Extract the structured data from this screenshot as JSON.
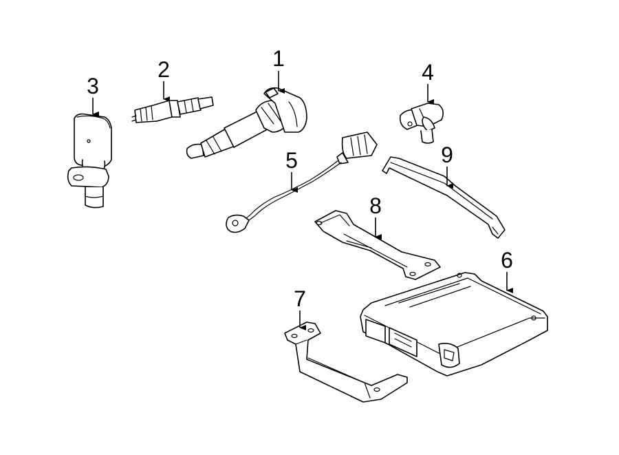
{
  "callouts": [
    {
      "id": "1",
      "label": "1"
    },
    {
      "id": "2",
      "label": "2"
    },
    {
      "id": "3",
      "label": "3"
    },
    {
      "id": "4",
      "label": "4"
    },
    {
      "id": "5",
      "label": "5"
    },
    {
      "id": "6",
      "label": "6"
    },
    {
      "id": "7",
      "label": "7"
    },
    {
      "id": "8",
      "label": "8"
    },
    {
      "id": "9",
      "label": "9"
    }
  ],
  "parts": [
    {
      "callout": "1",
      "icon": "ignition-coil-icon"
    },
    {
      "callout": "2",
      "icon": "spark-plug-icon"
    },
    {
      "callout": "3",
      "icon": "crankshaft-position-sensor-icon"
    },
    {
      "callout": "4",
      "icon": "camshaft-position-sensor-icon"
    },
    {
      "callout": "5",
      "icon": "knock-sensor-icon"
    },
    {
      "callout": "6",
      "icon": "engine-control-module-icon"
    },
    {
      "callout": "7",
      "icon": "ecm-bracket-icon"
    },
    {
      "callout": "8",
      "icon": "mounting-bracket-icon"
    },
    {
      "callout": "9",
      "icon": "support-strap-icon"
    }
  ],
  "colors": {
    "line": "#000000",
    "background": "#ffffff"
  }
}
